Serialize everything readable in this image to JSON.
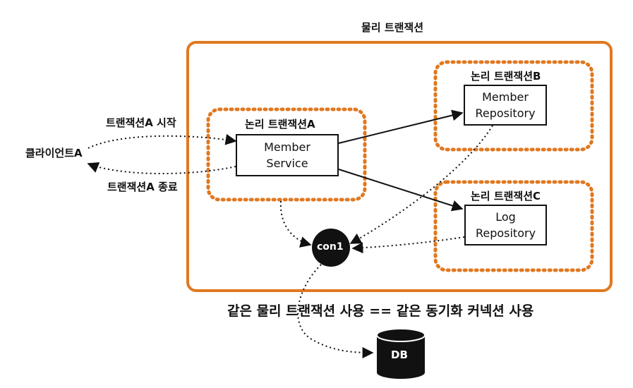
{
  "physical_transaction": {
    "label": "물리 트랜잭션"
  },
  "logical_a": {
    "label": "논리 트랜잭션A",
    "component": "Member\nService"
  },
  "logical_b": {
    "label": "논리 트랜잭션B",
    "component": "Member\nRepository"
  },
  "logical_c": {
    "label": "논리 트랜잭션C",
    "component": "Log\nRepository"
  },
  "client": {
    "label": "클라이언트A"
  },
  "flows": {
    "start": "트랜잭션A 시작",
    "end": "트랜잭션A 종료"
  },
  "connection": {
    "label": "con1"
  },
  "database": {
    "label": "DB"
  },
  "caption": "같은 물리 트랜잭션 사용 == 같은 동기화 커넥션 사용",
  "colors": {
    "accent": "#E07820",
    "stroke": "#111111"
  }
}
